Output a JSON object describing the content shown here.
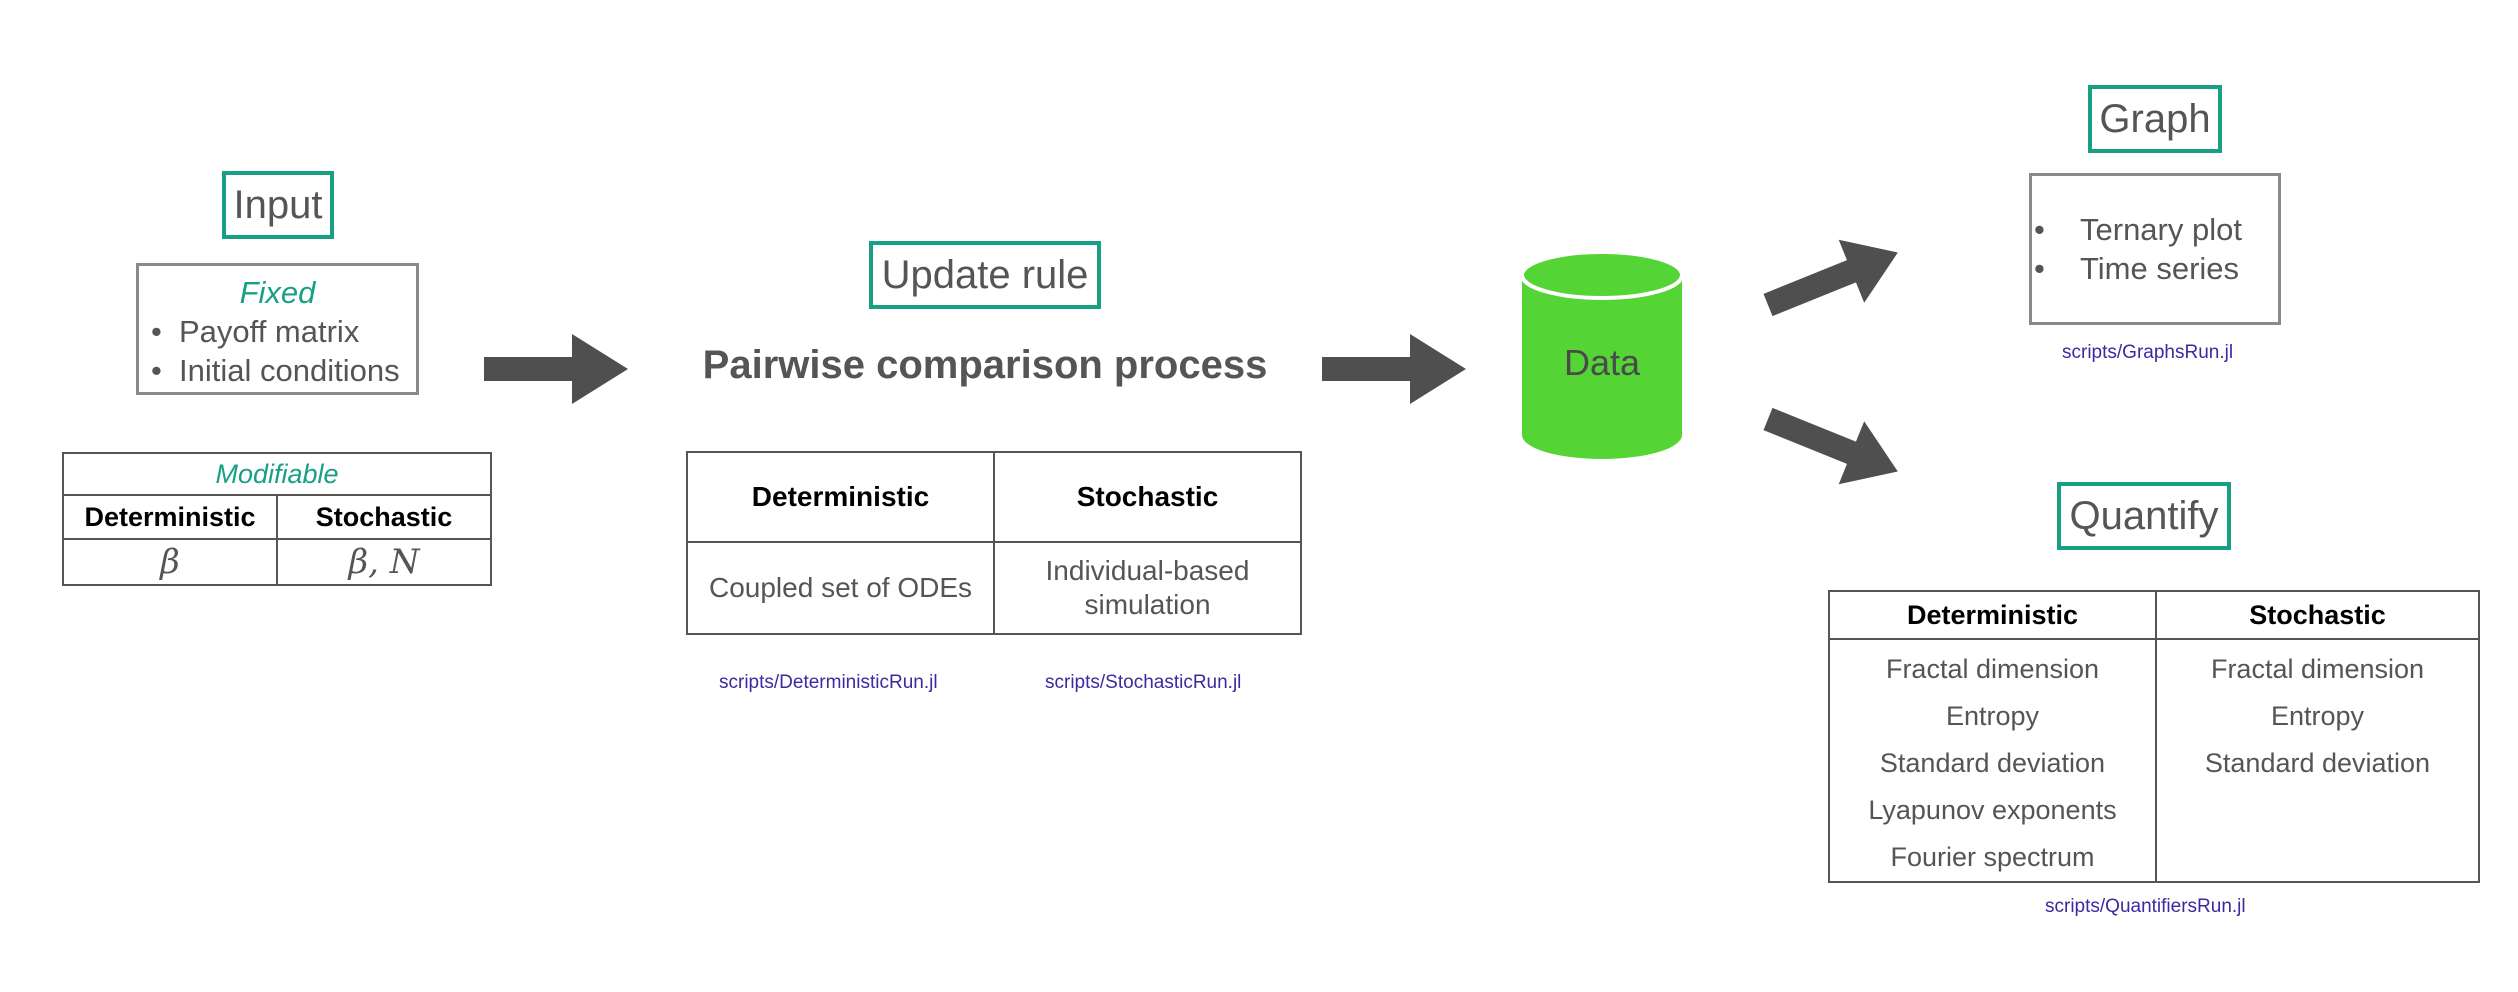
{
  "input": {
    "title": "Input",
    "fixed_label": "Fixed",
    "fixed_items": [
      "Payoff matrix",
      "Initial conditions"
    ],
    "modifiable": {
      "label": "Modifiable",
      "headers": [
        "Deterministic",
        "Stochastic"
      ],
      "values": [
        "β",
        "β, N"
      ]
    }
  },
  "update": {
    "title": "Update rule",
    "process": "Pairwise comparison process",
    "table": {
      "headers": [
        "Deterministic",
        "Stochastic"
      ],
      "cells": [
        "Coupled set of ODEs",
        "Individual-based simulation"
      ]
    },
    "scripts": [
      "scripts/DeterministicRun.jl",
      "scripts/StochasticRun.jl"
    ]
  },
  "data_node": {
    "label": "Data",
    "color": "#55d436"
  },
  "graph": {
    "title": "Graph",
    "items": [
      "Ternary plot",
      "Time series"
    ],
    "script": "scripts/GraphsRun.jl"
  },
  "quantify": {
    "title": "Quantify",
    "headers": [
      "Deterministic",
      "Stochastic"
    ],
    "deterministic": [
      "Fractal dimension",
      "Entropy",
      "Standard deviation",
      "Lyapunov exponents",
      "Fourier spectrum"
    ],
    "stochastic": [
      "Fractal dimension",
      "Entropy",
      "Standard deviation"
    ],
    "script": "scripts/QuantifiersRun.jl"
  },
  "colors": {
    "accent": "#17a085",
    "arrow": "#4f4f4f",
    "link": "#3b2aa0"
  }
}
